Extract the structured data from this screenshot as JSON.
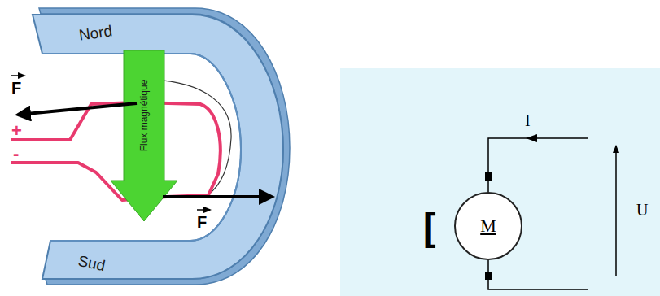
{
  "diagram": {
    "nodes": [
      {
        "text": [
          "Nord"
        ]
      },
      {
        "text": [
          "Flux magnétique"
        ]
      },
      {
        "text": [
          "Sud"
        ]
      },
      {
        "text": [
          "M"
        ]
      }
    ],
    "labels": [
      "F",
      "+",
      "-",
      "F",
      "[",
      "I",
      "U"
    ]
  }
}
